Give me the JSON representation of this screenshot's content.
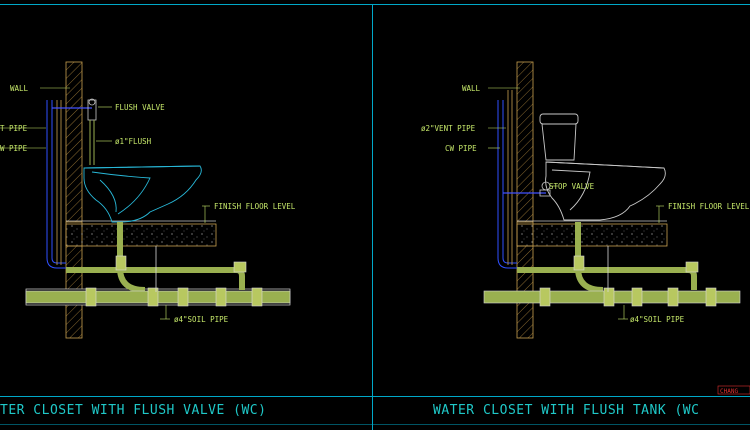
{
  "colors": {
    "background": "#000000",
    "frame": "#00a8c8",
    "wall": "#c8a050",
    "annotation": "#c6e86a",
    "fixture": "#28b8d8",
    "pipe_fill": "#9ab050",
    "pipe_outline": "#d8d8d8",
    "cw_pipe": "#3050ff",
    "valve": "#4050ff",
    "title": "#1fc8c8",
    "stamp": "#e03030"
  },
  "left": {
    "labels": {
      "wall": "WALL",
      "vent": "T PIPE",
      "cw": "W PIPE",
      "flush_valve": "FLUSH VALVE",
      "flush": "ø1\"FLUSH",
      "floor": "FINISH FLOOR LEVEL",
      "soil": "ø4\"SOIL PIPE"
    },
    "title": "TER CLOSET WITH FLUSH VALVE (WC)"
  },
  "right": {
    "labels": {
      "wall": "WALL",
      "vent": "ø2\"VENT PIPE",
      "cw": "CW PIPE",
      "stop_valve": "STOP VALVE",
      "floor": "FINISH FLOOR LEVEL",
      "soil": "ø4\"SOIL PIPE"
    },
    "title": "WATER CLOSET WITH FLUSH TANK (WC"
  },
  "stamp": "CHANG"
}
